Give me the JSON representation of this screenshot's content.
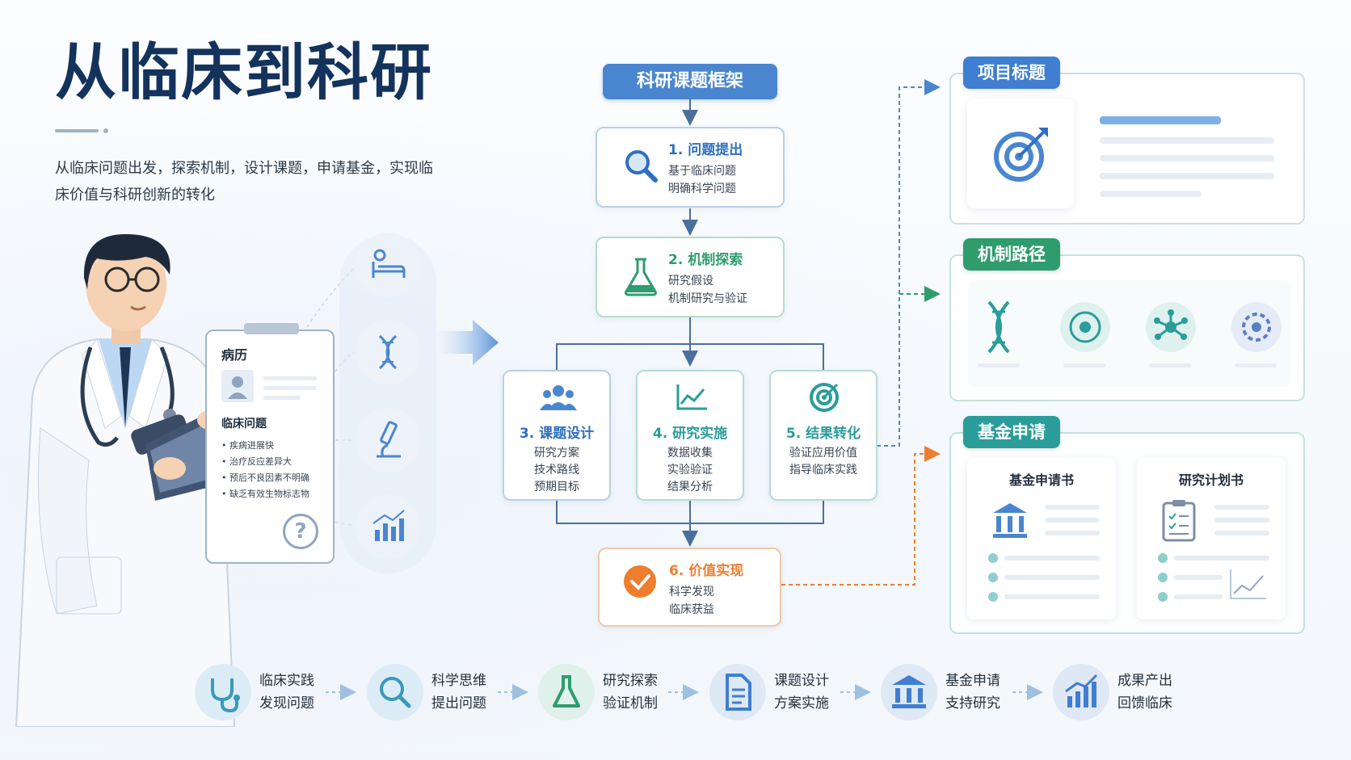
{
  "header": {
    "title": "从临床到科研",
    "subtitle": "从临床问题出发，探索机制，设计课题，申请基金，实现临床价值与科研创新的转化"
  },
  "record": {
    "title": "病历",
    "problem_heading": "临床问题",
    "items": [
      "疾病进展快",
      "治疗反应差异大",
      "预后不良因素不明确",
      "缺乏有效生物标志物"
    ]
  },
  "framework": {
    "title": "科研课题框架",
    "steps": [
      {
        "title": "1. 问题提出",
        "lines": [
          "基于临床问题",
          "明确科学问题"
        ]
      },
      {
        "title": "2. 机制探索",
        "lines": [
          "研究假设",
          "机制研究与验证"
        ]
      },
      {
        "title": "3. 课题设计",
        "lines": [
          "研究方案",
          "技术路线",
          "预期目标"
        ]
      },
      {
        "title": "4. 研究实施",
        "lines": [
          "数据收集",
          "实验验证",
          "结果分析"
        ]
      },
      {
        "title": "5. 结果转化",
        "lines": [
          "验证应用价值",
          "指导临床实践"
        ]
      },
      {
        "title": "6. 价值实现",
        "lines": [
          "科学发现",
          "临床获益"
        ]
      }
    ]
  },
  "panels": {
    "project": {
      "tag": "项目标题"
    },
    "mechanism": {
      "tag": "机制路径"
    },
    "fund": {
      "tag": "基金申请",
      "doc1": "基金申请书",
      "doc2": "研究计划书"
    }
  },
  "flow": [
    {
      "l1": "临床实践",
      "l2": "发现问题",
      "icon": "stethoscope-icon"
    },
    {
      "l1": "科学思维",
      "l2": "提出问题",
      "icon": "magnifier-icon"
    },
    {
      "l1": "研究探索",
      "l2": "验证机制",
      "icon": "flask-icon"
    },
    {
      "l1": "课题设计",
      "l2": "方案实施",
      "icon": "document-icon"
    },
    {
      "l1": "基金申请",
      "l2": "支持研究",
      "icon": "bank-icon"
    },
    {
      "l1": "成果产出",
      "l2": "回馈临床",
      "icon": "growth-chart-icon"
    }
  ],
  "colors": {
    "navy": "#14335c",
    "blue": "#4a86cf",
    "green": "#2f9c6e",
    "teal": "#2a9d9a",
    "orange": "#ef7d2e",
    "gray": "#9fb2c8"
  }
}
